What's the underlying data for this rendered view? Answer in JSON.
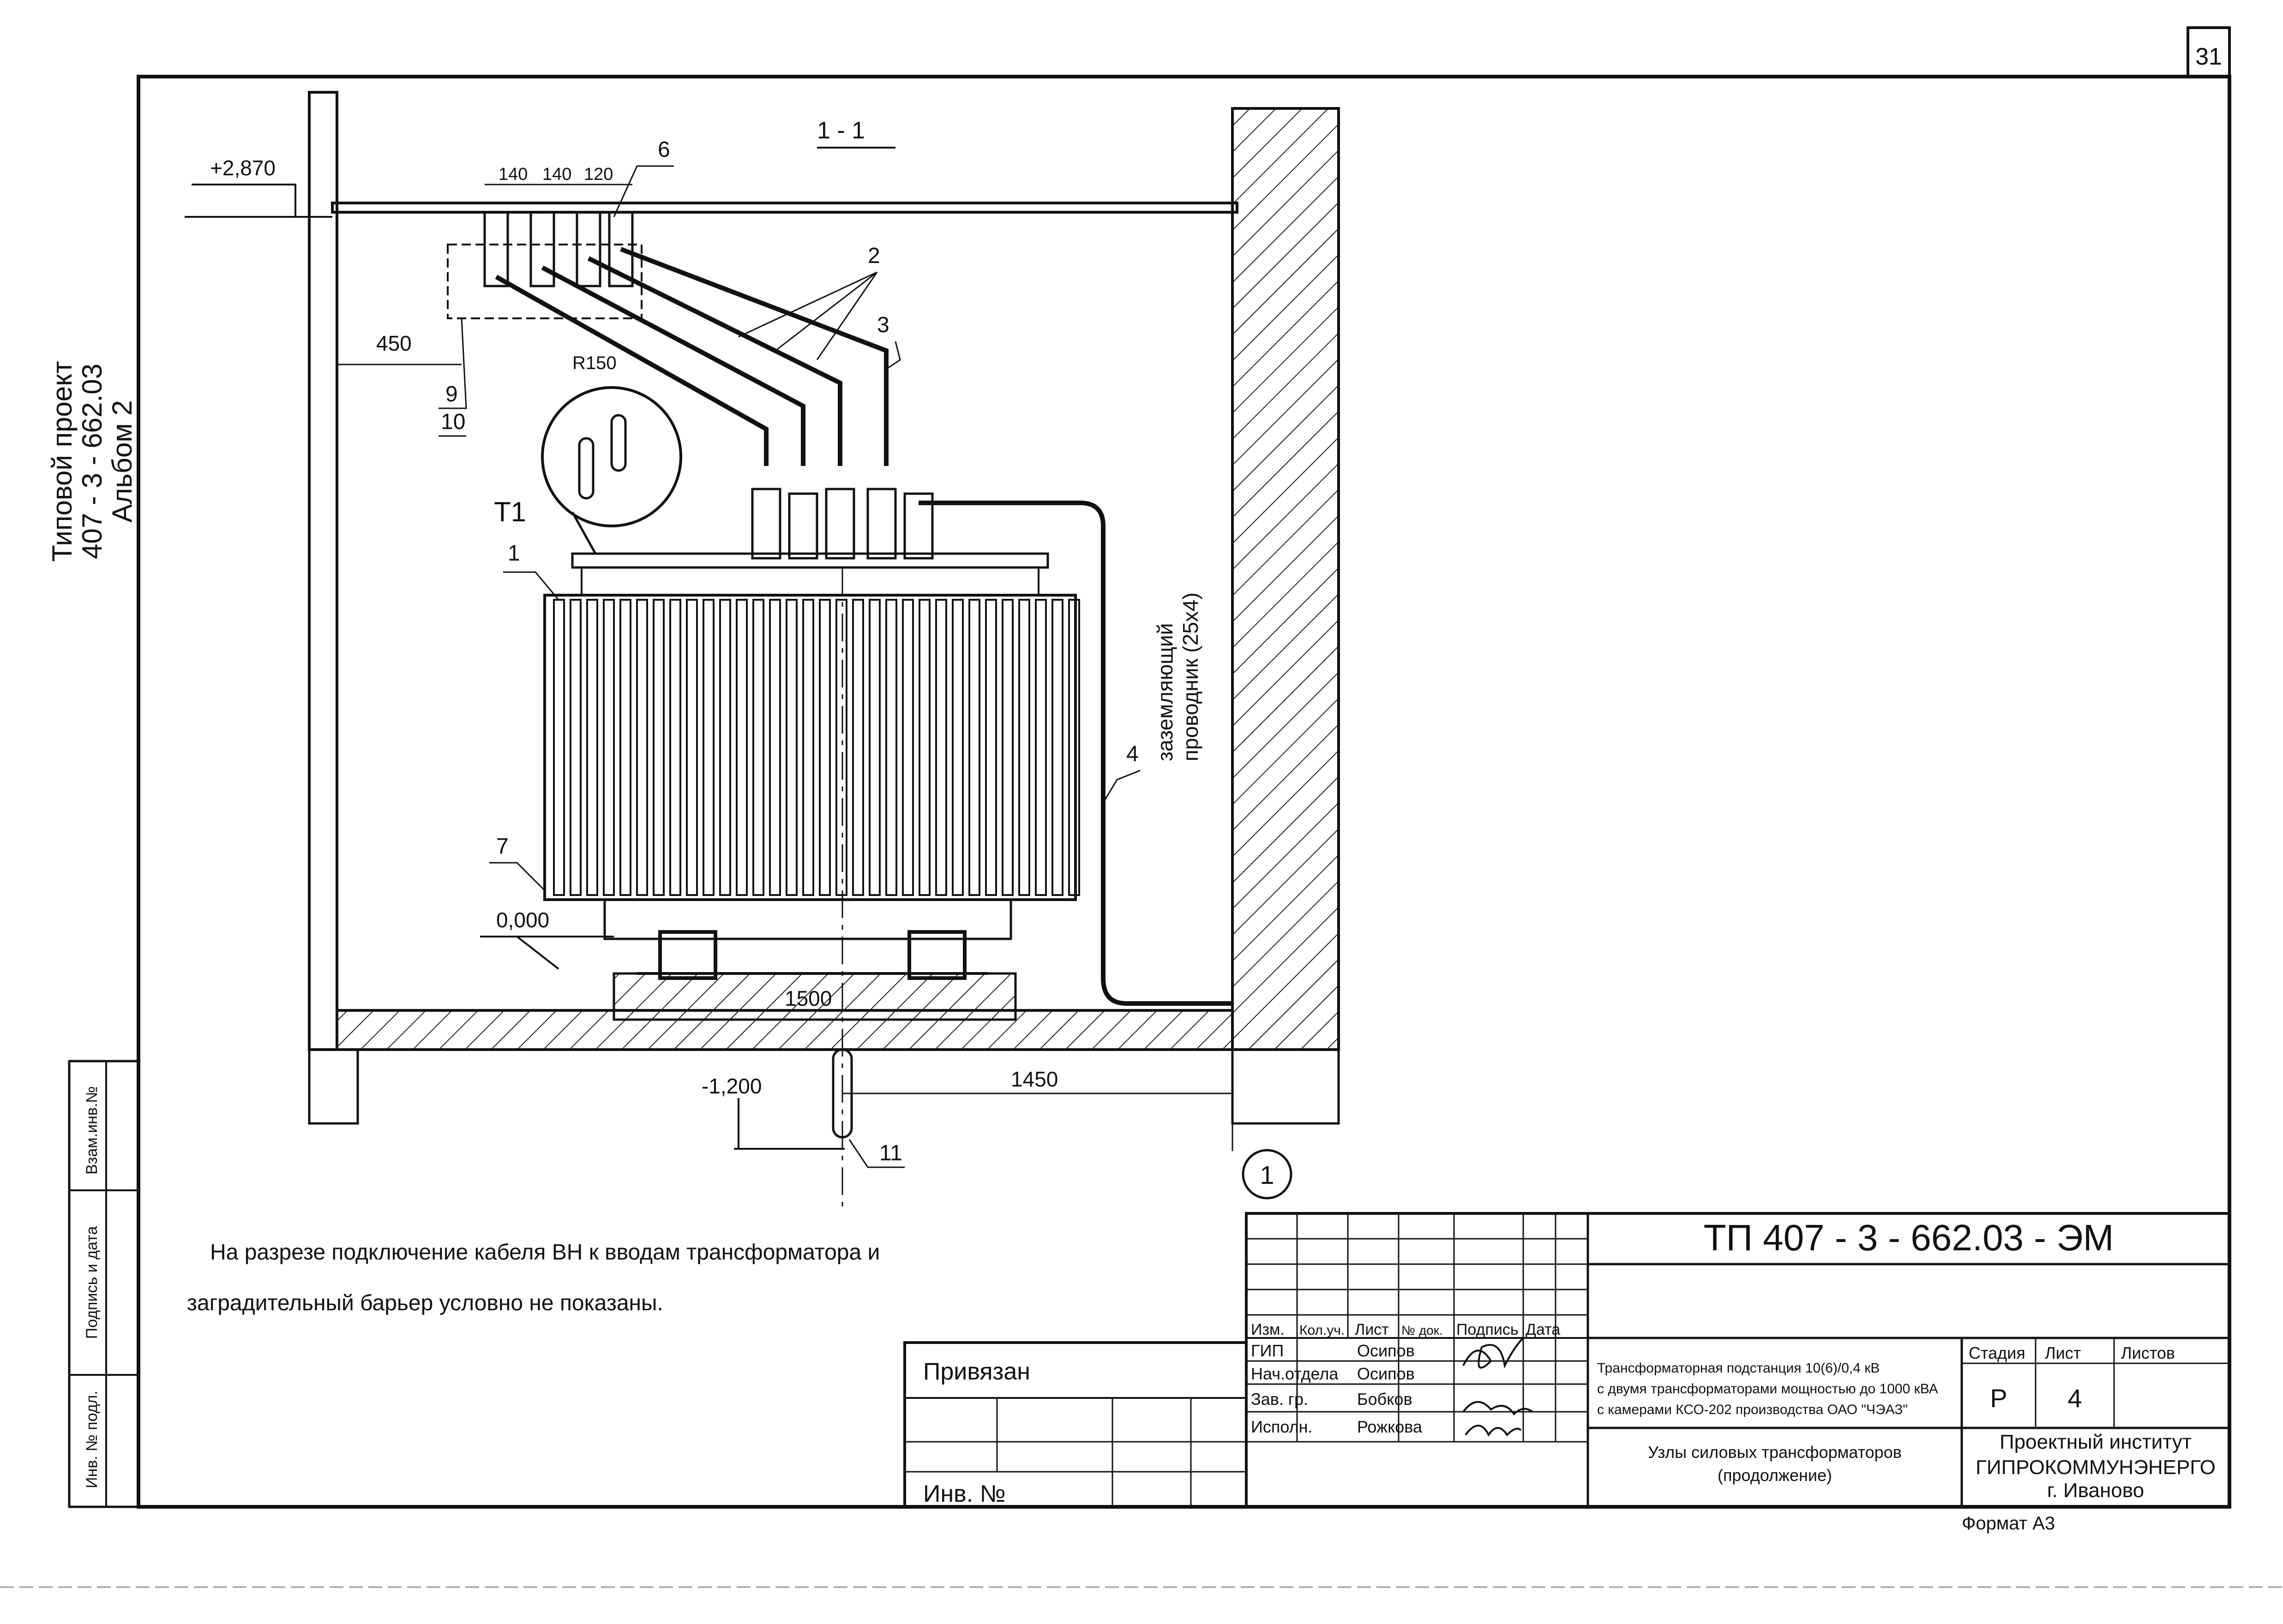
{
  "sheet": {
    "page_number": "31",
    "side_project_label": "Типовой проект",
    "side_project_code": "407 - 3 - 662.03",
    "side_album": "Альбом 2",
    "side_stamp": [
      "Взам.инв.№",
      "Подпись и дата",
      "Инв. № подл."
    ]
  },
  "drawing": {
    "section_label": "1 - 1",
    "elev_top": "+2,870",
    "elev_floor": "0,000",
    "elev_bottom": "-1,200",
    "dim_140a": "140",
    "dim_140b": "140",
    "dim_120": "120",
    "dim_450": "450",
    "dim_r150": "R150",
    "dim_1500": "1500",
    "dim_1450": "1450",
    "transformer_label": "T1",
    "callouts": [
      "1",
      "2",
      "3",
      "4",
      "6",
      "7",
      "9",
      "10",
      "11"
    ],
    "axis_mark": "1",
    "ground_conductor_line1": "заземляющий",
    "ground_conductor_line2": "проводник (25х4)"
  },
  "note": {
    "line1": "На разрезе  подключение кабеля ВН к вводам трансформатора и",
    "line2": "заградительный барьер условно не показаны."
  },
  "title_block": {
    "code": "ТП  407 - 3 - 662.03 - ЭМ",
    "header": [
      "Изм.",
      "Кол.уч.",
      "Лист",
      "№ док.",
      "Подпись",
      "Дата"
    ],
    "roles": [
      "ГИП",
      "Нач.отдела",
      "Зав. гр.",
      "Исполн."
    ],
    "names": [
      "Осипов",
      "Осипов",
      "Бобков",
      "Рожкова"
    ],
    "project_title_1": "Трансформаторная подстанция 10(6)/0,4 кВ",
    "project_title_2": "с двумя трансформаторами мощностью до 1000 кВА",
    "project_title_3": "с камерами КСО-202 производства ОАО \"ЧЭАЗ\"",
    "stage_label": "Стадия",
    "sheet_label": "Лист",
    "sheets_label": "Листов",
    "stage_value": "Р",
    "sheet_value": "4",
    "sheet_title_1": "Узлы силовых трансформаторов",
    "sheet_title_2": "(продолжение)",
    "org_1": "Проектный институт",
    "org_2": "ГИПРОКОММУНЭНЕРГО",
    "org_3": "г. Иваново",
    "privyazan": "Привязан",
    "inv_no": "Инв. №",
    "format": "Формат А3"
  }
}
